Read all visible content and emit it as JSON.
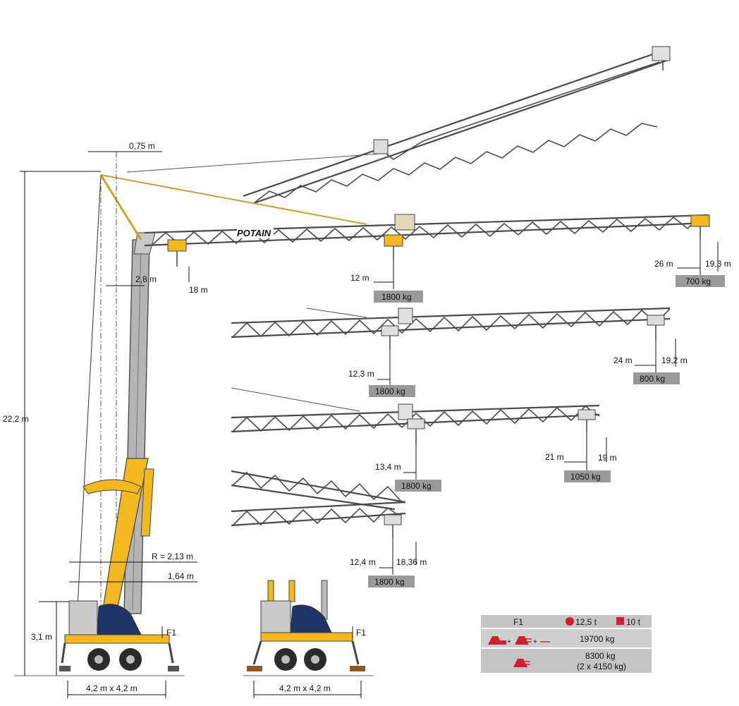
{
  "brand": "POTAIN",
  "dimensions": {
    "top_offset": "0,75 m",
    "total_height": "22,2 m",
    "pivot_offset": "2,8 m",
    "base_height": "3,1 m",
    "radius": "R = 2,13 m",
    "counter_radius": "1,64 m",
    "base_side": "4,2 m x 4,2 m",
    "base_front": "4,2 m x 4,2 m"
  },
  "configs": [
    {
      "height": "18 m",
      "mid_radius": "12 m",
      "mid_load": "1800 kg",
      "tip_radius": "26 m",
      "tip_height": "19,3 m",
      "tip_load": "700 kg"
    },
    {
      "mid_radius": "12,3 m",
      "mid_load": "1800 kg",
      "tip_radius": "24 m",
      "tip_height": "19,2 m",
      "tip_load": "800 kg"
    },
    {
      "mid_radius": "13,4 m",
      "mid_load": "1800 kg",
      "tip_radius": "21 m",
      "tip_height": "19 m",
      "tip_load": "1050 kg"
    },
    {
      "mid_radius": "12,4 m",
      "tip_height": "18,36 m",
      "mid_load": "1800 kg"
    }
  ],
  "force_label": "F1",
  "force_label_front": "F1",
  "table": {
    "header": "F1",
    "round_value": "12,5 t",
    "square_value": "10 t",
    "row1_value": "19700 kg",
    "row2_value": "8300 kg",
    "row2_sub": "(2 x 4150 kg)",
    "plus1": "+",
    "plus2": "+"
  },
  "colors": {
    "yellow": "#f2b81e",
    "navy": "#1f3466",
    "grey_box": "#9a9a9a",
    "red": "#d0202f",
    "boom": "#4a4a4a"
  }
}
